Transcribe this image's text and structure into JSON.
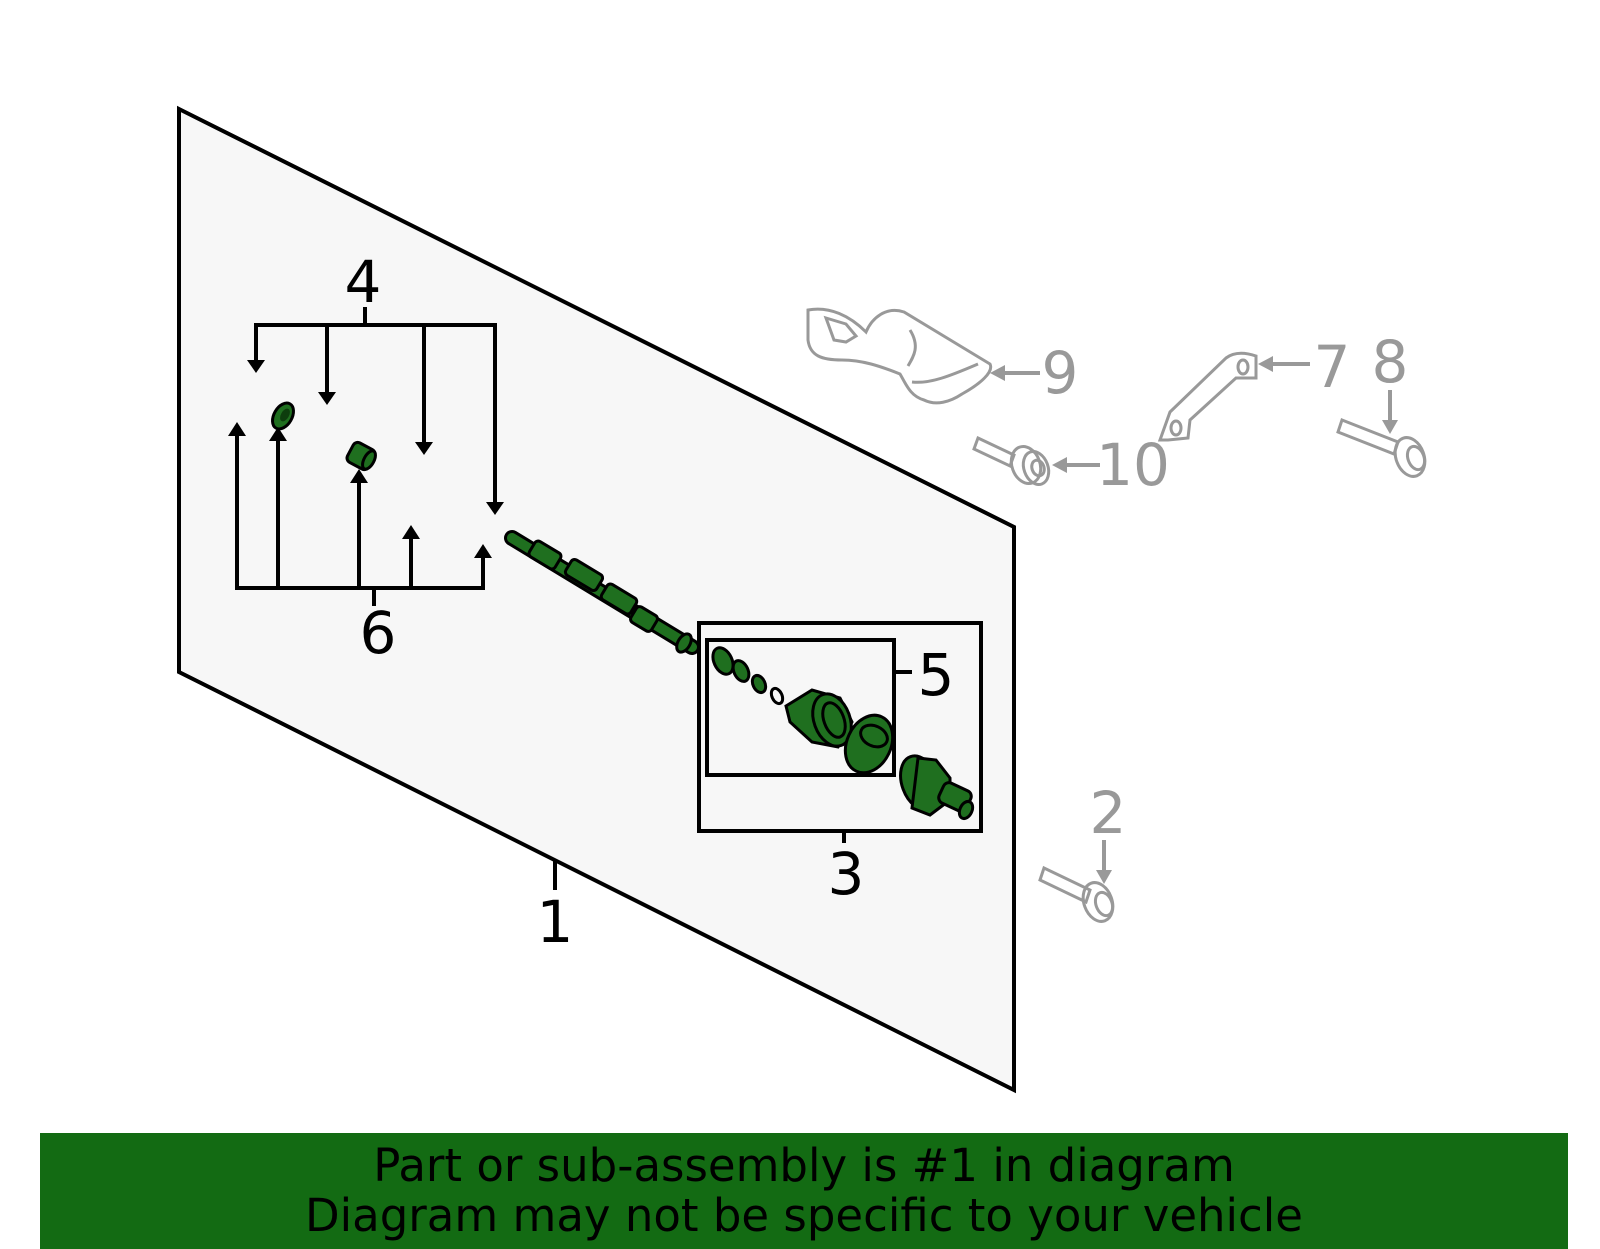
{
  "callouts": {
    "c1": "1",
    "c2": "2",
    "c3": "3",
    "c4": "4",
    "c5": "5",
    "c6": "6",
    "c7": "7",
    "c8": "8",
    "c9": "9",
    "c10": "10"
  },
  "banner": {
    "line1": "Part or sub-assembly is #1 in diagram",
    "line2": "Diagram may not be specific to your vehicle"
  },
  "colors": {
    "highlight": "#136b13",
    "part_fill": "#1f6f1f",
    "panel_fill": "#f7f7f7",
    "gray_part": "#999999"
  },
  "icons": {
    "parts": [
      "axle-shaft-icon",
      "cv-joint-icon",
      "boot-icon",
      "bolt-icon",
      "bracket-icon",
      "heat-shield-icon"
    ]
  }
}
